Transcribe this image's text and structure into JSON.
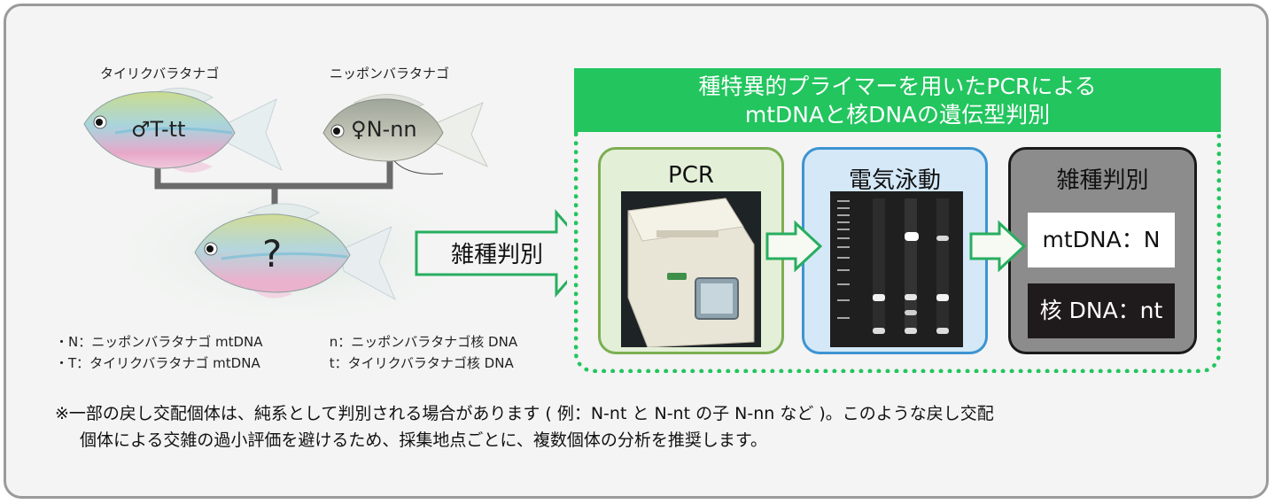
{
  "fish": {
    "male_name": "タイリクバラタナゴ",
    "female_name": "ニッポンバラタナゴ",
    "male_genotype": "♂T-tt",
    "female_genotype": "♀N-nn",
    "offspring_mark": "?"
  },
  "arrow_label": "雑種判別",
  "method": {
    "header_line1": "種特異的プライマーを用いたPCRによる",
    "header_line2": "mtDNAと核DNAの遺伝型判別",
    "pcr_title": "PCR",
    "gel_title": "電気泳動",
    "id_title": "雑種判別",
    "mtdna_result": "mtDNA：N",
    "nuclear_result": "核 DNA：nt"
  },
  "legend": {
    "n_mt": "・N：ニッポンバラタナゴ mtDNA",
    "n_nuc": "n：ニッポンバラタナゴ核 DNA",
    "t_mt": "・T：タイリクバラタナゴ mtDNA",
    "t_nuc": "t：タイリクバラタナゴ核 DNA"
  },
  "note": {
    "line1": "※一部の戻し交配個体は、純系として判別される場合があります ( 例：N-nt と N-nt の子 N-nn など )。このような戻し交配",
    "line2": "個体による交雑の過小評価を避けるため、採集地点ごとに、複数個体の分析を推奨します。"
  },
  "colors": {
    "green": "#22c55e",
    "pcr_border": "#7cae52",
    "gel_border": "#3d94d2",
    "frame": "#9a9a9a"
  }
}
